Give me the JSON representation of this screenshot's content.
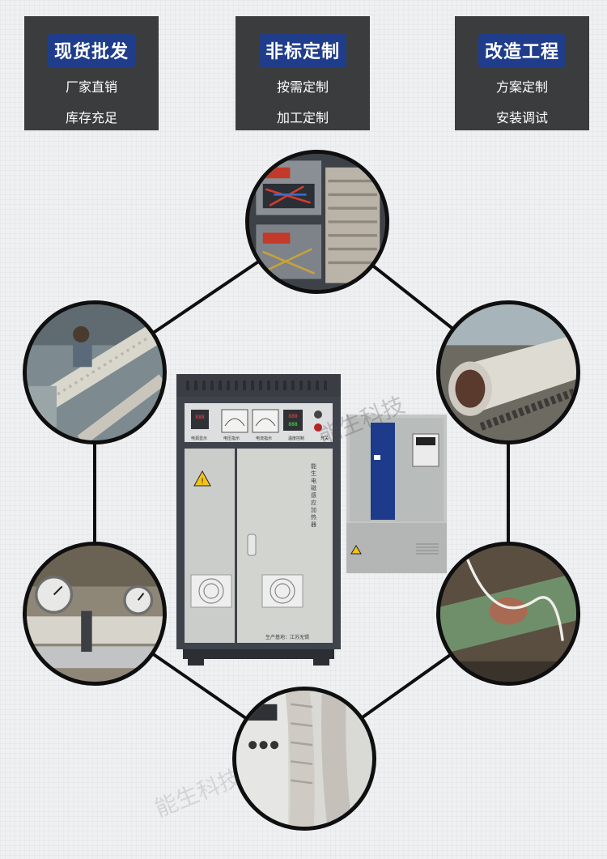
{
  "features": [
    {
      "title": "现货批发",
      "line1": "厂家直销",
      "line2": "库存充足"
    },
    {
      "title": "非标定制",
      "line1": "按需定制",
      "line2": "加工定制"
    },
    {
      "title": "改造工程",
      "line1": "方案定制",
      "line2": "安装调试"
    }
  ],
  "cabinet": {
    "panel_labels": [
      "电源显示",
      "电压指示",
      "电流指示",
      "温度控制",
      "开关"
    ],
    "side_text": "能生电磁感应加热器",
    "origin_label": "生产基地：江苏无锡"
  },
  "watermark": "能生科技",
  "colors": {
    "badge": "#1f3d8a",
    "box": "#3b3c3d",
    "line": "#0f0f10"
  },
  "icons": [
    "hexagon-connector",
    "warning-icon",
    "fan-grille-icon"
  ]
}
